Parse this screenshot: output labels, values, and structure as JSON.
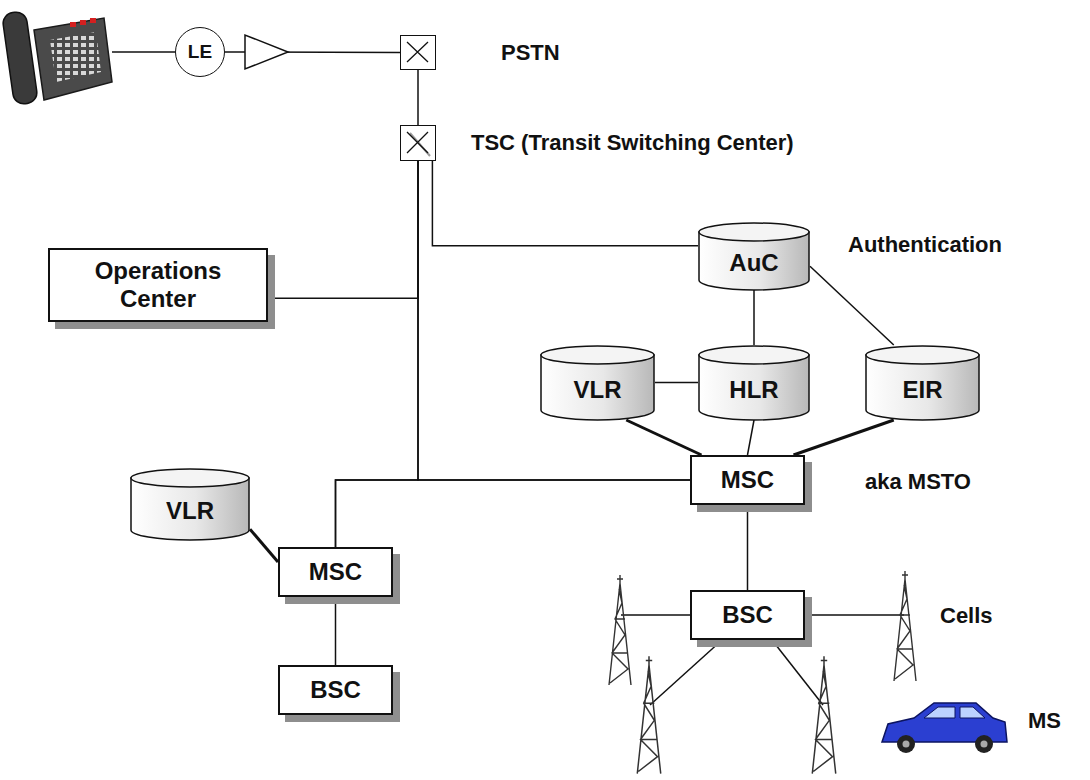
{
  "diagram": {
    "nodes": [
      {
        "text": [
          "LE"
        ]
      },
      {
        "text": [
          "PSTN"
        ]
      },
      {
        "text": [
          "TSC (Transit Switching Center)"
        ]
      },
      {
        "text": [
          "Operations Center"
        ]
      },
      {
        "text": [
          "AuC"
        ]
      },
      {
        "text": [
          "VLR"
        ]
      },
      {
        "text": [
          "HLR"
        ]
      },
      {
        "text": [
          "EIR"
        ]
      },
      {
        "text": [
          "MSC"
        ]
      },
      {
        "text": [
          "VLR"
        ]
      },
      {
        "text": [
          "MSC"
        ]
      },
      {
        "text": [
          "BSC"
        ]
      },
      {
        "text": [
          "BSC"
        ]
      }
    ],
    "edges": [
      {
        "from": 0,
        "to": 1,
        "arrow": "none"
      },
      {
        "from": 1,
        "to": 2,
        "arrow": "none"
      },
      {
        "from": 2,
        "to": 4,
        "arrow": "none"
      },
      {
        "from": 2,
        "to": 8,
        "arrow": "none"
      },
      {
        "from": 2,
        "to": 10,
        "arrow": "none"
      },
      {
        "from": 3,
        "to": 2,
        "arrow": "none"
      },
      {
        "from": 10,
        "to": 8,
        "arrow": "none"
      },
      {
        "from": 4,
        "to": 6,
        "arrow": "none"
      },
      {
        "from": 4,
        "to": 7,
        "arrow": "none"
      },
      {
        "from": 5,
        "to": 6,
        "arrow": "none"
      },
      {
        "from": 5,
        "to": 8,
        "arrow": "none"
      },
      {
        "from": 6,
        "to": 8,
        "arrow": "none"
      },
      {
        "from": 7,
        "to": 8,
        "arrow": "none"
      },
      {
        "from": 8,
        "to": 11,
        "arrow": "none"
      },
      {
        "from": 9,
        "to": 10,
        "arrow": "none"
      },
      {
        "from": 10,
        "to": 12,
        "arrow": "none"
      }
    ],
    "labels": [
      "Authentication",
      "aka MSTO",
      "Cells",
      "MS"
    ]
  }
}
